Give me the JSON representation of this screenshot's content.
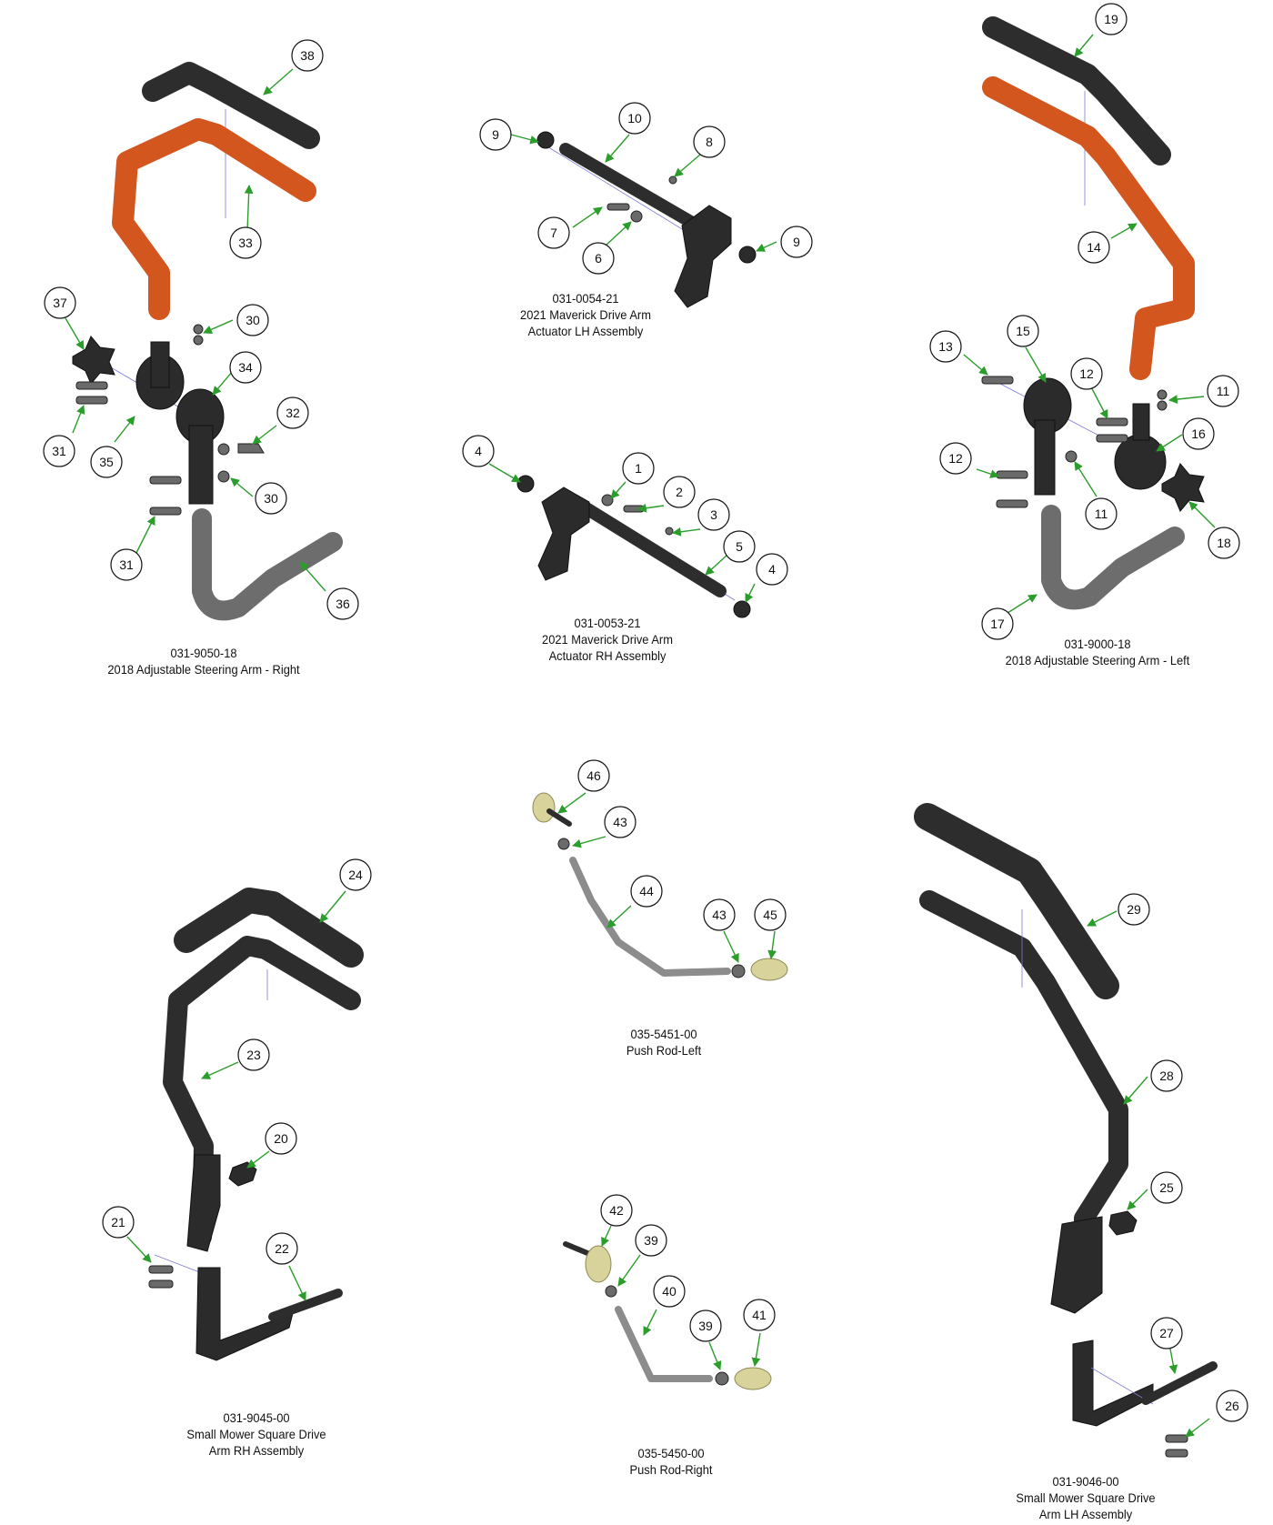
{
  "assemblies": [
    {
      "id": "a1",
      "part_number": "031-9050-18",
      "description": [
        "2018 Adjustable Steering Arm - Right"
      ]
    },
    {
      "id": "a2",
      "part_number": "031-0054-21",
      "description": [
        "2021 Maverick Drive Arm",
        "Actuator LH Assembly"
      ]
    },
    {
      "id": "a3",
      "part_number": "031-9000-18",
      "description": [
        "2018 Adjustable Steering Arm - Left"
      ]
    },
    {
      "id": "a4",
      "part_number": "031-0053-21",
      "description": [
        "2021 Maverick Drive Arm",
        "Actuator RH Assembly"
      ]
    },
    {
      "id": "a5",
      "part_number": "031-9045-00",
      "description": [
        "Small Mower Square Drive",
        "Arm RH Assembly"
      ]
    },
    {
      "id": "a6",
      "part_number": "035-5451-00",
      "description": [
        "Push Rod-Left"
      ]
    },
    {
      "id": "a7",
      "part_number": "035-5450-00",
      "description": [
        "Push Rod-Right"
      ]
    },
    {
      "id": "a8",
      "part_number": "031-9046-00",
      "description": [
        "Small Mower Square Drive",
        "Arm LH Assembly"
      ]
    }
  ],
  "callouts": [
    "38",
    "33",
    "37",
    "30",
    "34",
    "32",
    "31",
    "35",
    "30",
    "31",
    "36",
    "9",
    "10",
    "8",
    "7",
    "6",
    "9",
    "19",
    "14",
    "13",
    "15",
    "12",
    "11",
    "16",
    "12",
    "11",
    "18",
    "17",
    "4",
    "1",
    "2",
    "3",
    "5",
    "4",
    "24",
    "23",
    "20",
    "21",
    "22",
    "46",
    "43",
    "44",
    "43",
    "45",
    "42",
    "39",
    "40",
    "39",
    "41",
    "29",
    "28",
    "25",
    "27",
    "26"
  ],
  "colors": {
    "leader": "#2a9d2a",
    "orange": "#d4561f",
    "black": "#2d2d2d",
    "axis": "#7a7ad8",
    "brass": "#d8d39a"
  }
}
